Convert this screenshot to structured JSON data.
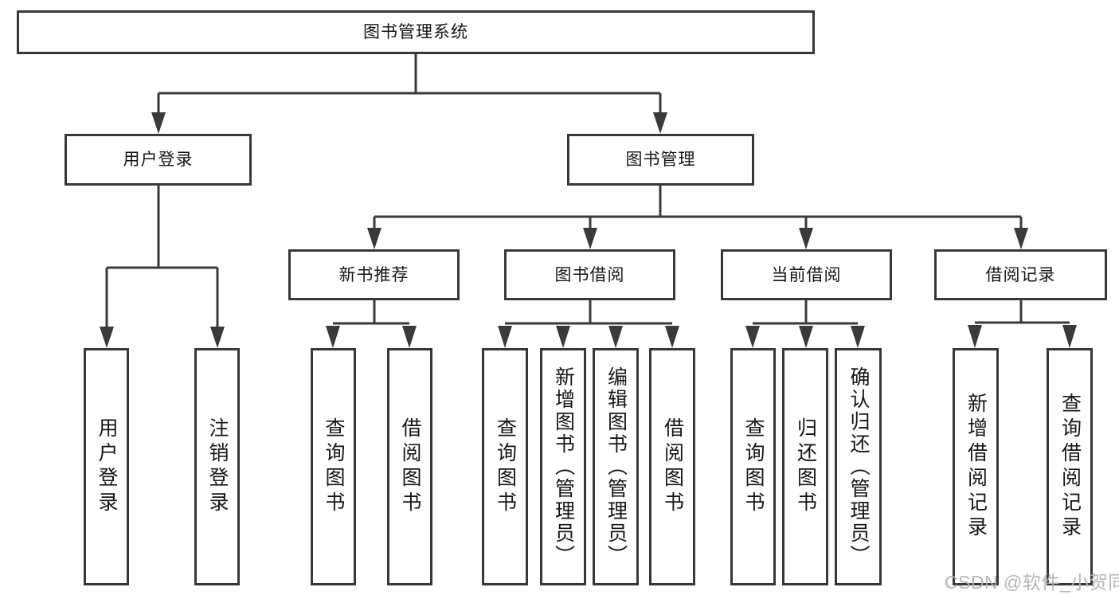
{
  "colors": {
    "line": "#3a3a3a",
    "box_border": "#383838",
    "box_fill": "#ffffff",
    "text": "#161616",
    "background": "#ffffff",
    "watermark": "#b2b2b2"
  },
  "tree": {
    "label": "图书管理系统",
    "children": [
      {
        "label": "用户登录",
        "children": [
          {
            "label": "用户登录"
          },
          {
            "label": "注销登录"
          }
        ]
      },
      {
        "label": "图书管理",
        "children": [
          {
            "label": "新书推荐",
            "children": [
              {
                "label": "查询图书"
              },
              {
                "label": "借阅图书"
              }
            ]
          },
          {
            "label": "图书借阅",
            "children": [
              {
                "label": "查询图书"
              },
              {
                "label": "新增图书（管理员）"
              },
              {
                "label": "编辑图书（管理员）"
              },
              {
                "label": "借阅图书"
              }
            ]
          },
          {
            "label": "当前借阅",
            "children": [
              {
                "label": "查询图书"
              },
              {
                "label": "归还图书"
              },
              {
                "label": "确认归还（管理员）"
              }
            ]
          },
          {
            "label": "借阅记录",
            "children": [
              {
                "label": "新增借阅记录"
              },
              {
                "label": "查询借阅记录"
              }
            ]
          }
        ]
      }
    ]
  },
  "watermark": {
    "text": "CSDN @软件_小贺同学"
  }
}
